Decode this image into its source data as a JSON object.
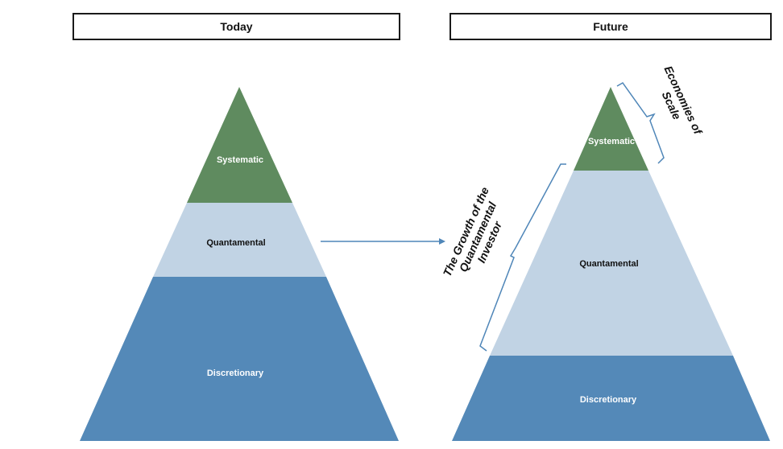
{
  "headers": {
    "today": "Today",
    "future": "Future"
  },
  "today_pyramid": {
    "top": "Systematic",
    "middle": "Quantamental",
    "bottom": "Discretionary"
  },
  "future_pyramid": {
    "top": "Systematic",
    "middle": "Quantamental",
    "bottom": "Discretionary"
  },
  "annotations": {
    "economies_line1": "Economies of",
    "economies_line2": "Scale",
    "growth_line1": "The Growth of the",
    "growth_line2": "Quantamental",
    "growth_line3": "Investor"
  },
  "colors": {
    "systematic": "#5f8b5f",
    "quantamental": "#c1d3e4",
    "discretionary": "#5489b8",
    "arrow": "#4f86b8",
    "bracket": "#4f86b8"
  }
}
